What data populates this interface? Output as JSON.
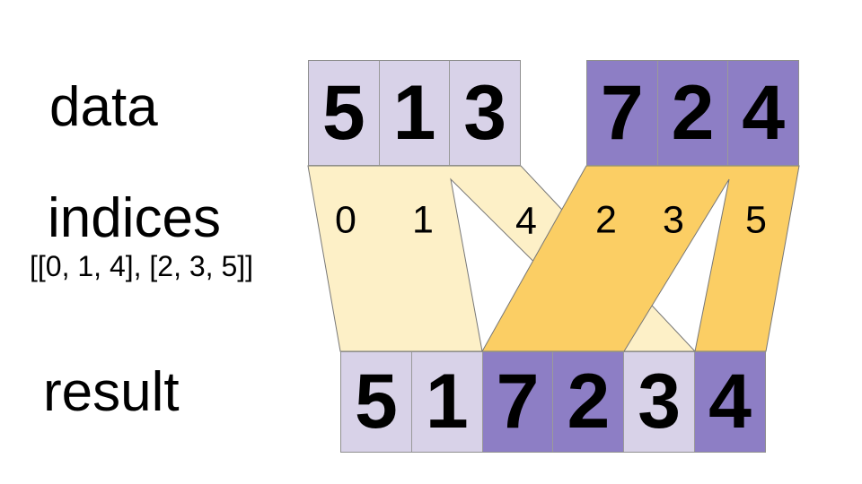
{
  "labels": {
    "data": "data",
    "indices": "indices",
    "indices_value": "[[0, 1, 4], [2, 3, 5]]",
    "result": "result"
  },
  "data_arrays": {
    "group1": {
      "values": [
        "5",
        "1",
        "3"
      ],
      "color": "#d8d2e8"
    },
    "group2": {
      "values": [
        "7",
        "2",
        "4"
      ],
      "color": "#8d7ec5"
    }
  },
  "indices_row": {
    "group1": [
      "0",
      "1",
      "4"
    ],
    "group2": [
      "2",
      "3",
      "5"
    ]
  },
  "result_row": {
    "values": [
      "5",
      "1",
      "7",
      "2",
      "3",
      "4"
    ],
    "sources": [
      "group1",
      "group1",
      "group2",
      "group2",
      "group1",
      "group2"
    ]
  },
  "colors": {
    "light_purple": "#d8d2e8",
    "medium_purple": "#8d7ec5",
    "cream_band": "#fdf0c7",
    "gold_band": "#fbce64",
    "outline": "#777777",
    "text": "#000000"
  }
}
